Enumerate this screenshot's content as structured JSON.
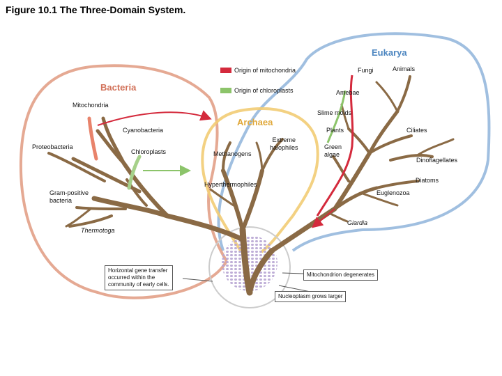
{
  "title": "Figure 10.1 The Three-Domain System.",
  "domains": {
    "bacteria": "Bacteria",
    "archaea": "Archaea",
    "eukarya": "Eukarya"
  },
  "legend": {
    "mitochondria_origin": "Origin of mitochondria",
    "chloroplast_origin": "Origin of chloroplasts"
  },
  "labels": {
    "mitochondria": "Mitochondria",
    "cyanobacteria": "Cyanobacteria",
    "proteobacteria": "Proteobacteria",
    "chloroplasts": "Chloroplasts",
    "gram_positive": "Gram-positive\nbacteria",
    "thermotoga": "Thermotoga",
    "methanogens": "Methanogens",
    "extreme_halophiles": "Extreme\nhalophiles",
    "hyperthermophiles": "Hyperthermophiles",
    "fungi": "Fungi",
    "animals": "Animals",
    "amebae": "Amebae",
    "slime_molds": "Slime molds",
    "plants": "Plants",
    "ciliates": "Ciliates",
    "green_algae": "Green\nalgae",
    "dinoflagellates": "Dinoflagellates",
    "diatoms": "Diatoms",
    "euglenozoa": "Euglenozoa",
    "giardia": "Giardia"
  },
  "notes": {
    "hgt": "Horizontal gene transfer\noccurred within the\ncommunity of early cells.",
    "mito_degenerates": "Mitochondrion degenerates",
    "nucleoplasm": "Nucleoplasm grows larger"
  },
  "colors": {
    "bacteria_outline": "#e09a80",
    "archaea_outline": "#f2cc74",
    "eukarya_outline": "#8fb4da",
    "branch": "#8a6a45",
    "mitochondria_arrow": "#d42a3c",
    "chloroplast_arrow": "#8cc46a",
    "community": "#b7a5d2"
  }
}
